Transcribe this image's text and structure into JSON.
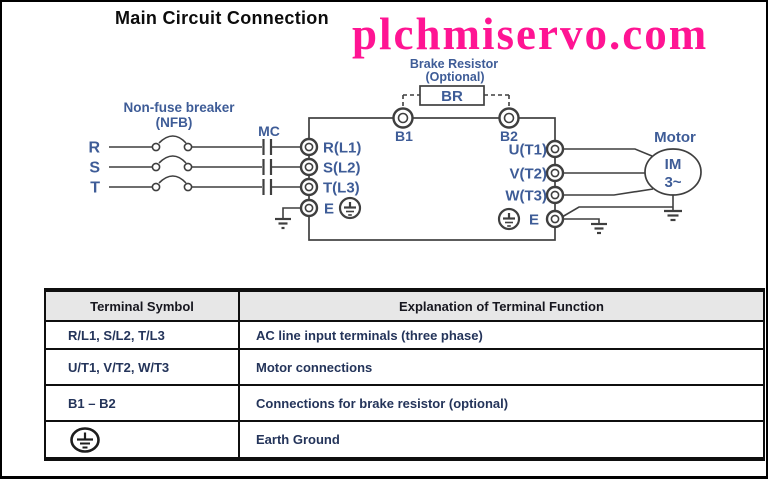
{
  "page": {
    "title": "Main Circuit Connection",
    "watermark": "plchmiservo.com"
  },
  "diagram": {
    "nfb_label_line1": "Non-fuse breaker",
    "nfb_label_line2": "(NFB)",
    "mc_label": "MC",
    "phases": [
      "R",
      "S",
      "T"
    ],
    "brake_label_line1": "Brake Resistor",
    "brake_label_line2": "(Optional)",
    "brake_box_label": "BR",
    "b1_label": "B1",
    "b2_label": "B2",
    "input_terminals": [
      "R(L1)",
      "S(L2)",
      "T(L3)"
    ],
    "earth_left_label": "E",
    "output_terminals": [
      "U(T1)",
      "V(T2)",
      "W(T3)"
    ],
    "earth_right_label": "E",
    "motor_label": "Motor",
    "motor_text_line1": "IM",
    "motor_text_line2": "3~"
  },
  "table": {
    "headers": [
      "Terminal Symbol",
      "Explanation of Terminal Function"
    ],
    "rows": [
      {
        "symbol": "R/L1, S/L2, T/L3",
        "explanation": "AC line input terminals (three phase)"
      },
      {
        "symbol": "U/T1, V/T2, W/T3",
        "explanation": "Motor connections"
      },
      {
        "symbol": "B1 – B2",
        "explanation": "Connections for brake resistor (optional)"
      },
      {
        "symbol_icon": "earth-ground-icon",
        "explanation": "Earth Ground"
      }
    ]
  },
  "icons": {
    "earth_ground": "earth-ground-icon",
    "protective_earth": "protective-earth-icon"
  },
  "colors": {
    "watermark": "#ff1493",
    "diagram_label": "#3e5c97",
    "diagram_line": "#3f3f3f",
    "table_header_bg": "#e7e7e7",
    "table_text": "#24345a",
    "border": "#0f0f0f"
  }
}
